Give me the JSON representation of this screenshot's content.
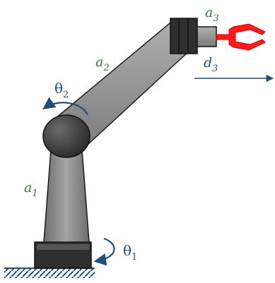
{
  "labels": {
    "a3": {
      "sym": "a",
      "sub": "3"
    },
    "a2": {
      "sym": "a",
      "sub": "2"
    },
    "a1": {
      "sym": "a",
      "sub": "1"
    },
    "d3": {
      "sym": "d",
      "sub": "3"
    },
    "theta2": {
      "sym": "θ",
      "sub": "2"
    },
    "theta1": {
      "sym": "θ",
      "sub": "1"
    }
  },
  "colors": {
    "link_fill": "#8c8c8c",
    "joint_fill": "#3a3a3a",
    "outline": "#1a1a1a",
    "gripper": "#ff1a1a",
    "label_green": "#2e7d32",
    "arrow_blue": "#1f4e79",
    "ground_hatch": "#1f4e79"
  }
}
